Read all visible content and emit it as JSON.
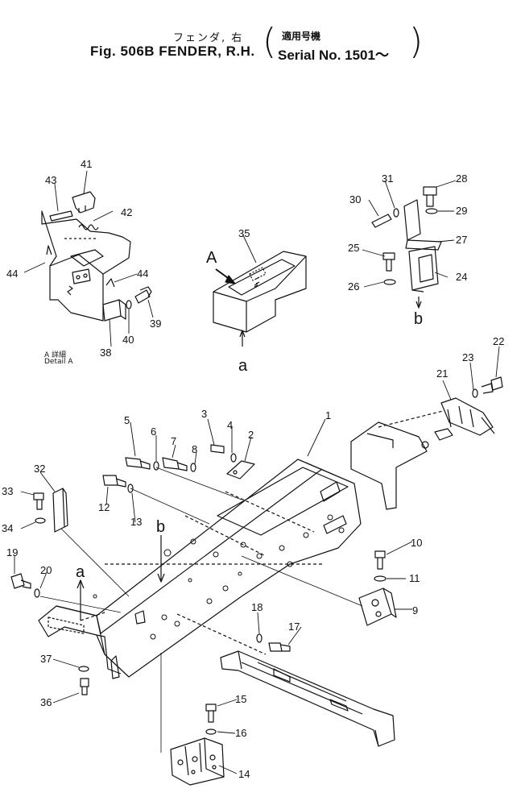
{
  "header": {
    "title_jp": "フェンダ, 右",
    "title_en": "Fig. 506B  FENDER, R.H.",
    "serial_jp": "適用号機",
    "serial_en": "Serial No. 1501～"
  },
  "detail_caption": {
    "jp": "A 詳細",
    "en": "Detail A"
  },
  "view_markers": {
    "view_a": "A",
    "ref_a": "a",
    "ref_b": "b"
  },
  "callouts": [
    "1",
    "2",
    "3",
    "4",
    "5",
    "6",
    "7",
    "8",
    "9",
    "10",
    "11",
    "12",
    "13",
    "14",
    "15",
    "16",
    "17",
    "18",
    "19",
    "20",
    "21",
    "22",
    "23",
    "24",
    "25",
    "26",
    "27",
    "28",
    "29",
    "30",
    "31",
    "32",
    "33",
    "34",
    "35",
    "36",
    "37",
    "38",
    "39",
    "40",
    "41",
    "42",
    "43",
    "44"
  ]
}
